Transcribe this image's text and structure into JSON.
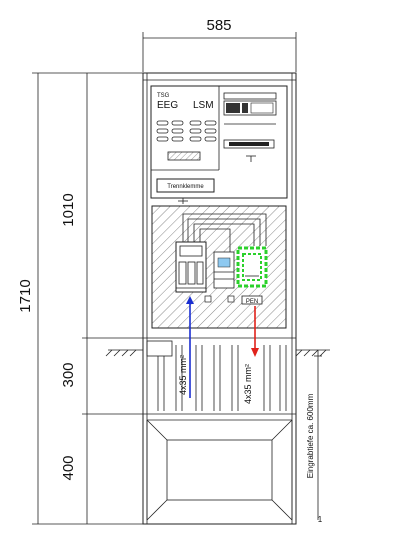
{
  "dimensions": {
    "width": "585",
    "total_height": "1710",
    "upper_height": "1010",
    "middle_height": "300",
    "lower_height": "400"
  },
  "panel": {
    "tsg_label": "TSG",
    "eeg_label": "EEG",
    "lsm_label": "LSM",
    "trennklemme_label": "Trennklemme",
    "pen_label": "PEN"
  },
  "cables": {
    "left_label": "4x35 mm²",
    "right_label": "4x35 mm²",
    "left_color": "#1a2fd0",
    "right_color": "#e0221b"
  },
  "eingrabtiefe_label": "Eingrabtiefe ca. 600mm",
  "marker_label": "1",
  "colors": {
    "hatch": "#444444",
    "green_dashed": "#2bd12b",
    "light_blue": "#8ec9f0"
  }
}
